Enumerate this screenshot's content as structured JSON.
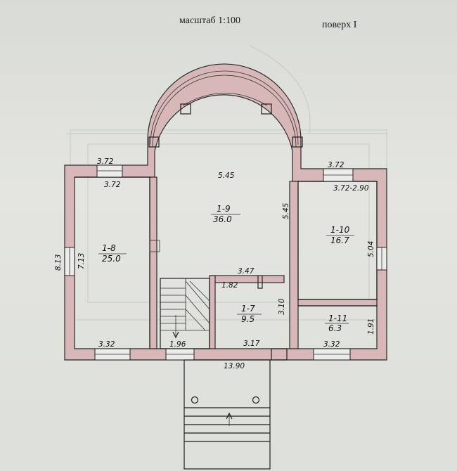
{
  "header": {
    "scale": "масштаб 1:100",
    "floor": "поверх I"
  },
  "rooms": [
    {
      "id": "1-8",
      "area": "25.0"
    },
    {
      "id": "1-9",
      "area": "36.0"
    },
    {
      "id": "1-10",
      "area": "16.7"
    },
    {
      "id": "1-7",
      "area": "9.5"
    },
    {
      "id": "1-11",
      "area": "6.3"
    }
  ],
  "dimensions": {
    "left_top_outer": "3.72",
    "left_top_inner": "3.72",
    "left_side_outer": "8.13",
    "left_side_inner": "7.13",
    "left_bottom": "3.32",
    "stair_bottom": "1.96",
    "hall_width": "5.45",
    "hall_side": "5.45",
    "corridor_top": "3.47",
    "corridor_side": "1.82",
    "room7_bottom": "3.17",
    "room7_side": "3.10",
    "overall": "13.90",
    "right_top_outer": "3.72",
    "right_top_inner": "3.72-2.90",
    "right_side": "5.04",
    "right_small_side": "1.91",
    "right_bottom": "3.32"
  }
}
